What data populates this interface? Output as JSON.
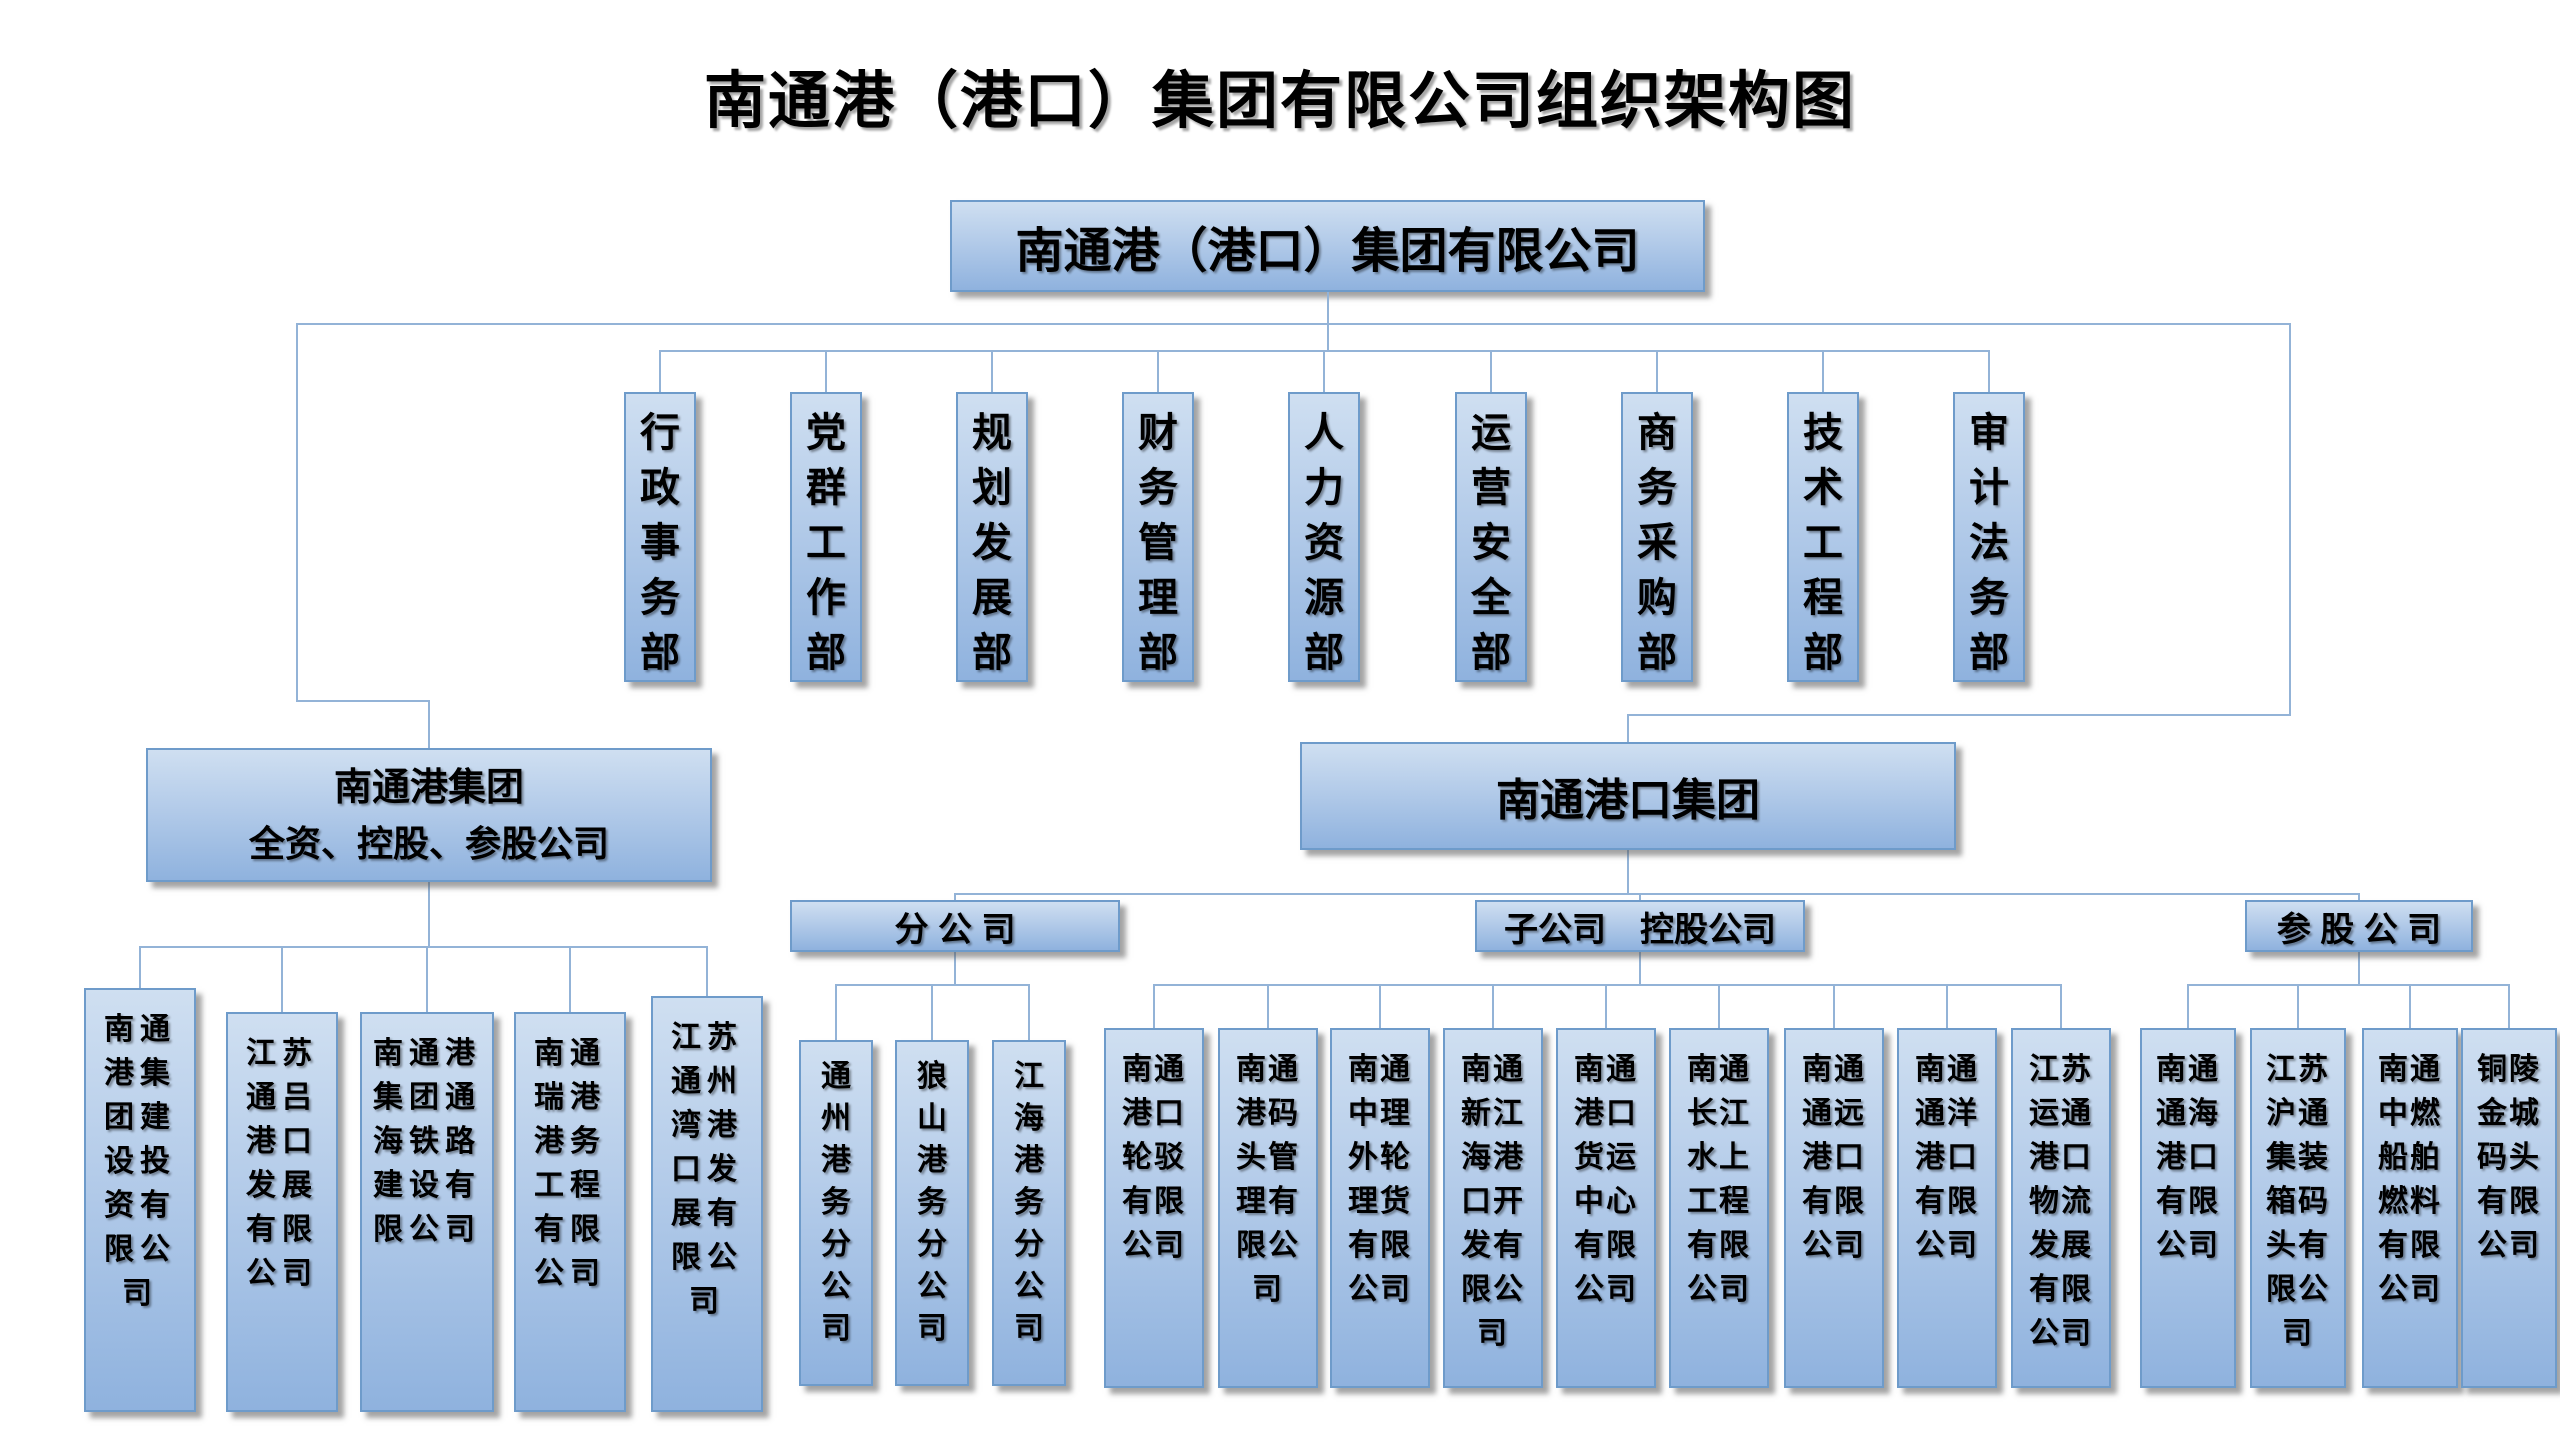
{
  "title": "南通港（港口）集团有限公司组织架构图",
  "root": {
    "label": "南通港（港口）集团有限公司"
  },
  "departments": [
    "行政事务部",
    "党群工作部",
    "规划发展部",
    "财务管理部",
    "人力资源部",
    "运营安全部",
    "商务采购部",
    "技术工程部",
    "审计法务部"
  ],
  "left_group": {
    "title_line1": "南通港集团",
    "title_line2": "全资、控股、参股公司",
    "companies": [
      "南通港集团建设投资有限公司",
      "江苏通吕港口发展有限公司",
      "南通港集团通海铁路建设有限公司",
      "南通瑞港港务工程有限公司",
      "江苏通州湾港口发展有限公司"
    ]
  },
  "right_group": {
    "title": "南通港口集团",
    "categories": [
      {
        "label": "分 公 司",
        "companies": [
          "通州港务分公司",
          "狼山港务分公司",
          "江海港务分公司"
        ]
      },
      {
        "label": "子公司　控股公司",
        "companies": [
          "南通港口轮驳有限公司",
          "南通港码头管理有限公司",
          "南通中理外轮理货有限公司",
          "南通新江海港口开发有限公司",
          "南通港口货运中心有限公司",
          "南通长江水上工程有限公司",
          "南通通远港口有限公司",
          "南通通洋港口有限公司",
          "江苏运通港口物流发展有限公司"
        ]
      },
      {
        "label": "参 股 公 司",
        "companies": [
          "南通通海港口有限公司",
          "江苏沪通集装箱码头有限公司",
          "南通中燃船舶燃料有限公司",
          "铜陵金城码头有限公司"
        ]
      }
    ]
  },
  "colors": {
    "box_fill_top": "#cfdff1",
    "box_fill_bottom": "#8fb2de",
    "box_border": "#6e9bca",
    "connector": "#93b3d7",
    "text": "#000000",
    "background": "#ffffff"
  }
}
